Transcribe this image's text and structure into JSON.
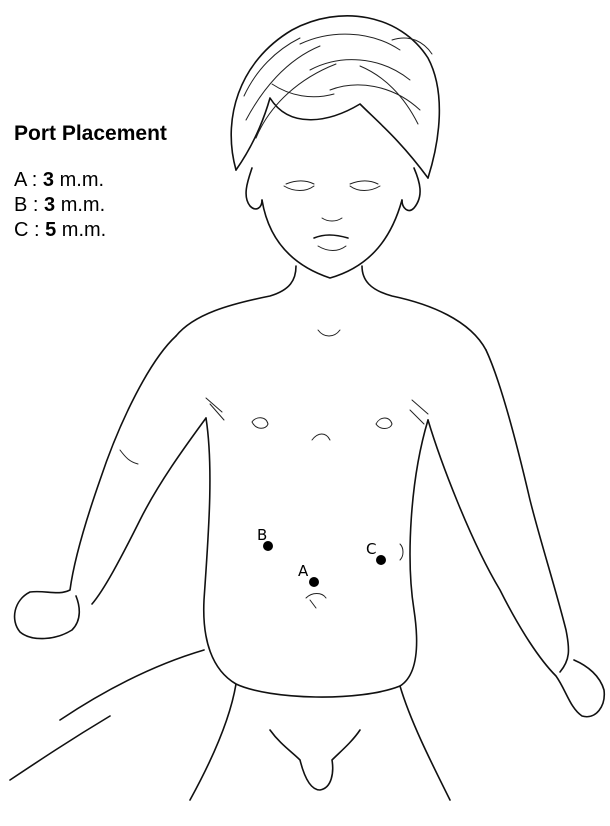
{
  "legend": {
    "title": "Port Placement",
    "items": [
      {
        "letter": "A",
        "sep": " : ",
        "size": "3",
        "unit": " m.m."
      },
      {
        "letter": "B",
        "sep": " : ",
        "size": "3",
        "unit": " m.m."
      },
      {
        "letter": "C",
        "sep": " : ",
        "size": "5",
        "unit": " m.m."
      }
    ]
  },
  "ports": [
    {
      "id": "A",
      "label": "A"
    },
    {
      "id": "B",
      "label": "B"
    },
    {
      "id": "C",
      "label": "C"
    }
  ],
  "colors": {
    "ink": "#000000",
    "background": "#ffffff"
  }
}
